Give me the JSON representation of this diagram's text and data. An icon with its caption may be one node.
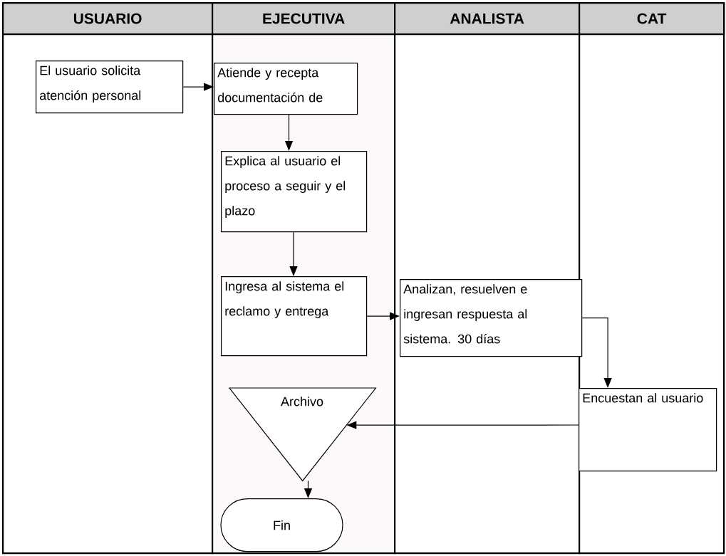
{
  "diagram": {
    "nodes": [
      {
        "text": [
          "USUARIO"
        ]
      },
      {
        "text": [
          "EJECUTIVA"
        ]
      },
      {
        "text": [
          "ANALISTA"
        ]
      },
      {
        "text": [
          "CAT"
        ]
      },
      {
        "text": [
          "El usuario solicita atención personal"
        ],
        "in": 0
      },
      {
        "text": [
          "Atiende y recepta documentación de"
        ],
        "in": 1
      },
      {
        "text": [
          "Explica al usuario el proceso a seguir y el plazo"
        ],
        "in": 1
      },
      {
        "text": [
          "Ingresa al sistema el reclamo y entrega"
        ],
        "in": 1
      },
      {
        "text": [
          "Analizan, resuelven e ingresan respuesta al sistema. 30 días"
        ],
        "in": 2
      },
      {
        "text": [
          "Encuestan al usuario"
        ],
        "in": 3
      },
      {
        "text": [
          "Archivo"
        ],
        "in": 1
      },
      {
        "text": [
          "Fin"
        ],
        "in": 1
      }
    ],
    "edges": [
      {
        "from": 4,
        "to": 5,
        "arrow": "to"
      },
      {
        "from": 5,
        "to": 6,
        "arrow": "to"
      },
      {
        "from": 6,
        "to": 7,
        "arrow": "to"
      },
      {
        "from": 7,
        "to": 8,
        "arrow": "to"
      },
      {
        "from": 8,
        "to": 9,
        "arrow": "to"
      },
      {
        "from": 9,
        "to": 10,
        "arrow": "to"
      },
      {
        "from": 10,
        "to": 11,
        "arrow": "to"
      }
    ]
  }
}
